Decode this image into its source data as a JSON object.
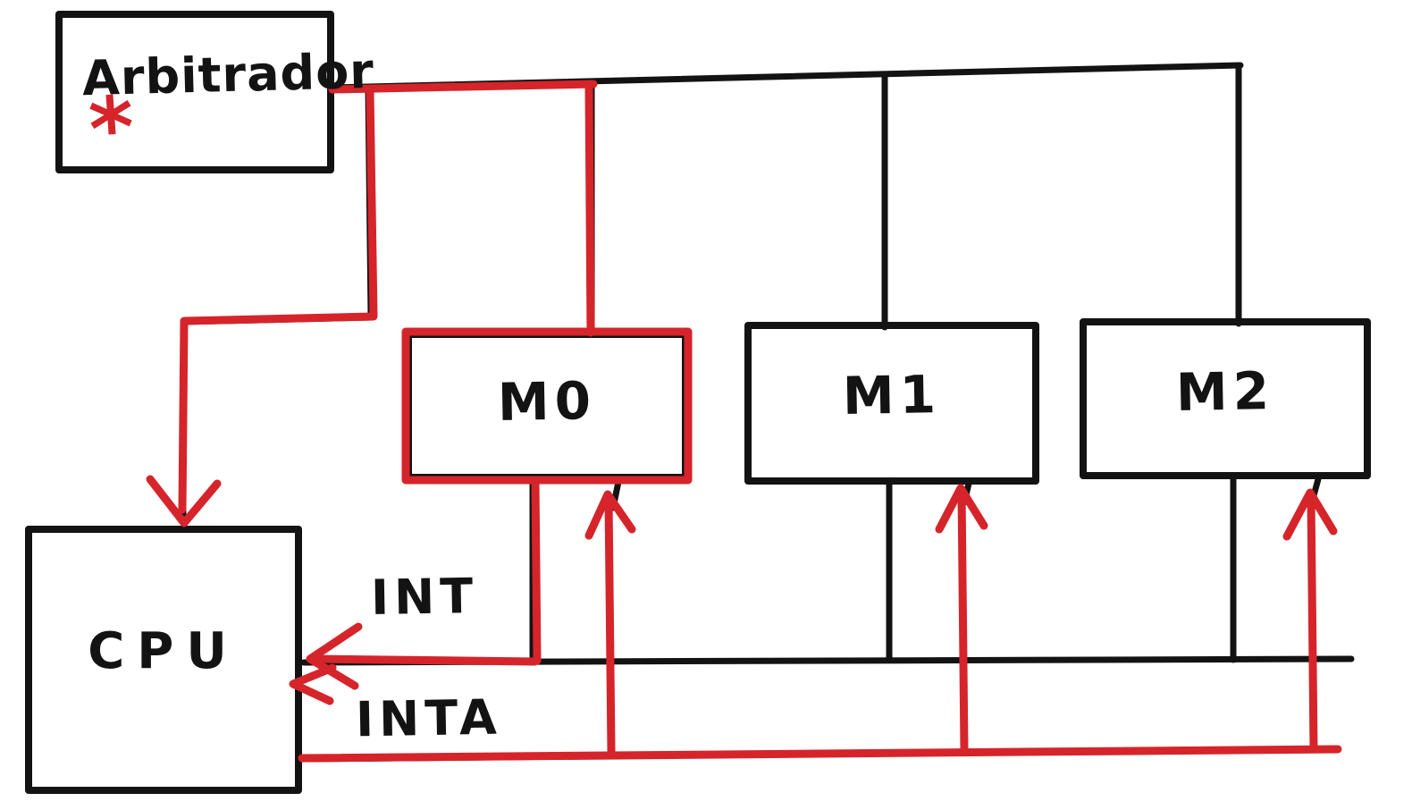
{
  "diagram": {
    "type": "hand-drawn interrupt daisy-chain bus diagram",
    "colors": {
      "ink": "#131313",
      "highlight": "#d6242b",
      "background": "#ffffff"
    },
    "boxes": {
      "arbiter": {
        "label": "Arbitrador",
        "marker": "*"
      },
      "m0": {
        "label": "M0"
      },
      "m1": {
        "label": "M1"
      },
      "m2": {
        "label": "M2"
      },
      "cpu": {
        "label": "CPU"
      }
    },
    "signals": {
      "int": {
        "label": "INT"
      },
      "inta": {
        "label": "INTA"
      }
    }
  }
}
